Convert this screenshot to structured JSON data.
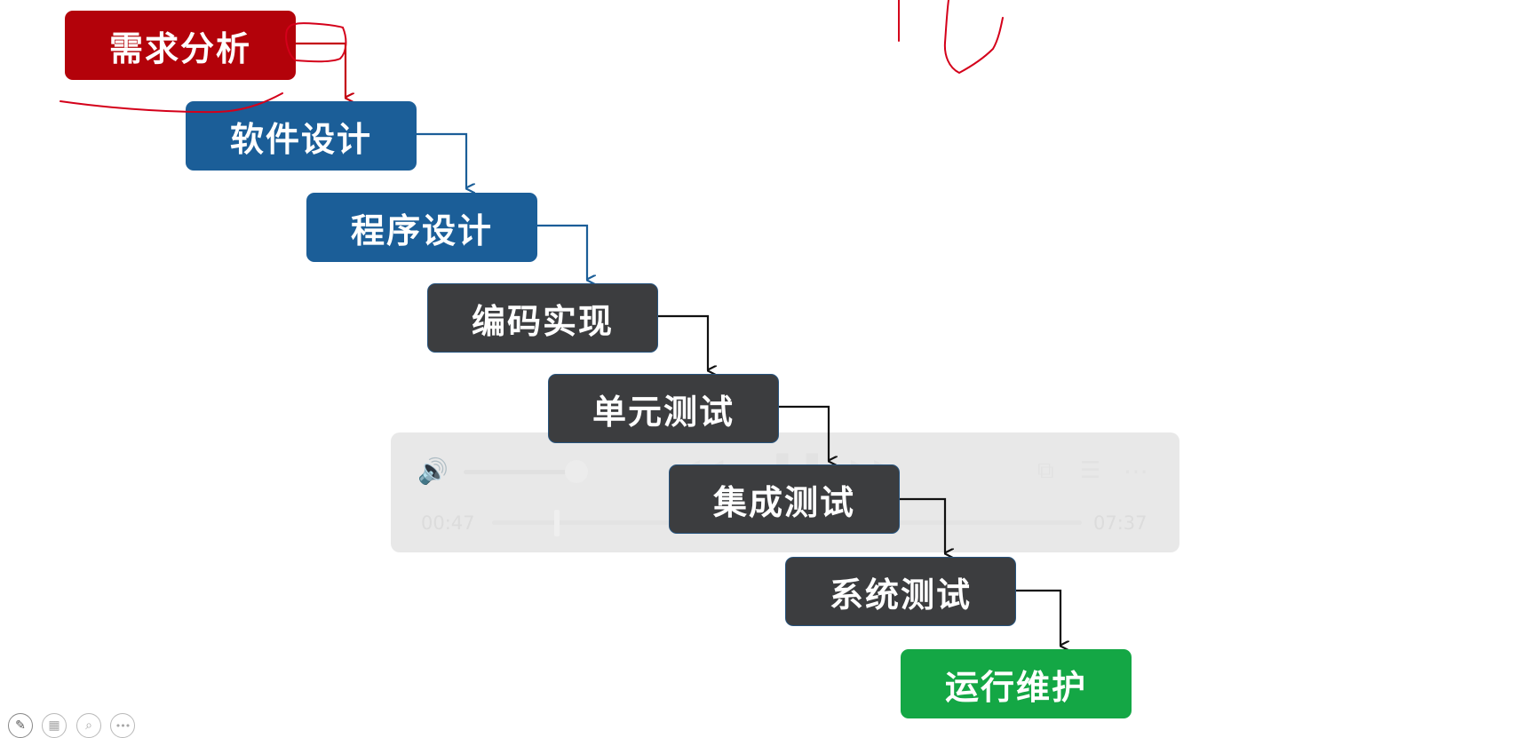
{
  "diagram": {
    "steps": [
      {
        "label": "需求分析",
        "color": "#b3020a"
      },
      {
        "label": "软件设计",
        "color": "#1b5e98"
      },
      {
        "label": "程序设计",
        "color": "#1b5e98"
      },
      {
        "label": "编码实现",
        "color": "#3c3d3f"
      },
      {
        "label": "单元测试",
        "color": "#3c3d3f"
      },
      {
        "label": "集成测试",
        "color": "#3c3d3f"
      },
      {
        "label": "系统测试",
        "color": "#3c3d3f"
      },
      {
        "label": "运行维护",
        "color": "#14a745"
      }
    ],
    "annotation_color": "#d4001a"
  },
  "player": {
    "current_time": "00:47",
    "total_time": "07:37",
    "progress_fraction": 0.103,
    "volume_fraction": 0.88
  },
  "toolbar": {
    "icons": [
      "pen-icon",
      "slides-icon",
      "zoom-icon",
      "more-icon"
    ]
  }
}
